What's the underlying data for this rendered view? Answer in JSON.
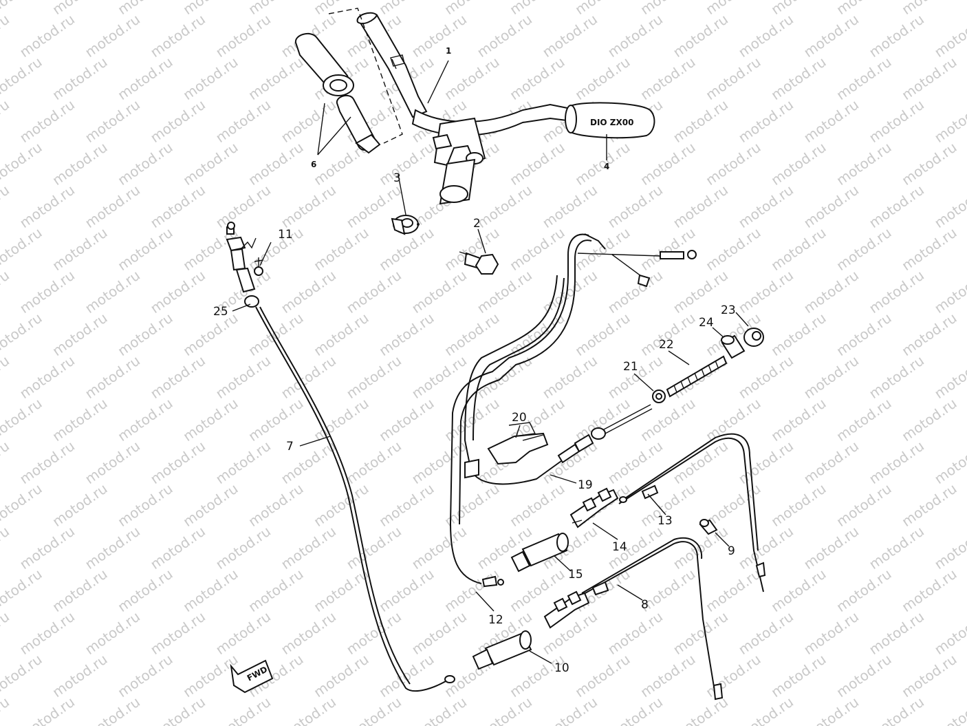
{
  "watermark": {
    "text": "motod.ru"
  },
  "fwd_label": "FWD",
  "grip_text": "DIO ZX00",
  "callouts": {
    "c1": "1",
    "c2": "2",
    "c3": "3",
    "c4": "4",
    "c6": "6",
    "c7": "7",
    "c8": "8",
    "c9": "9",
    "c10": "10",
    "c11": "11",
    "c12": "12",
    "c13": "13",
    "c14": "14",
    "c15": "15",
    "c19": "19",
    "c20": "20",
    "c21": "21",
    "c22": "22",
    "c23": "23",
    "c24": "24",
    "c25": "25"
  },
  "colors": {
    "line": "#111111",
    "watermark": "#c9c9c9",
    "background": "#ffffff"
  }
}
